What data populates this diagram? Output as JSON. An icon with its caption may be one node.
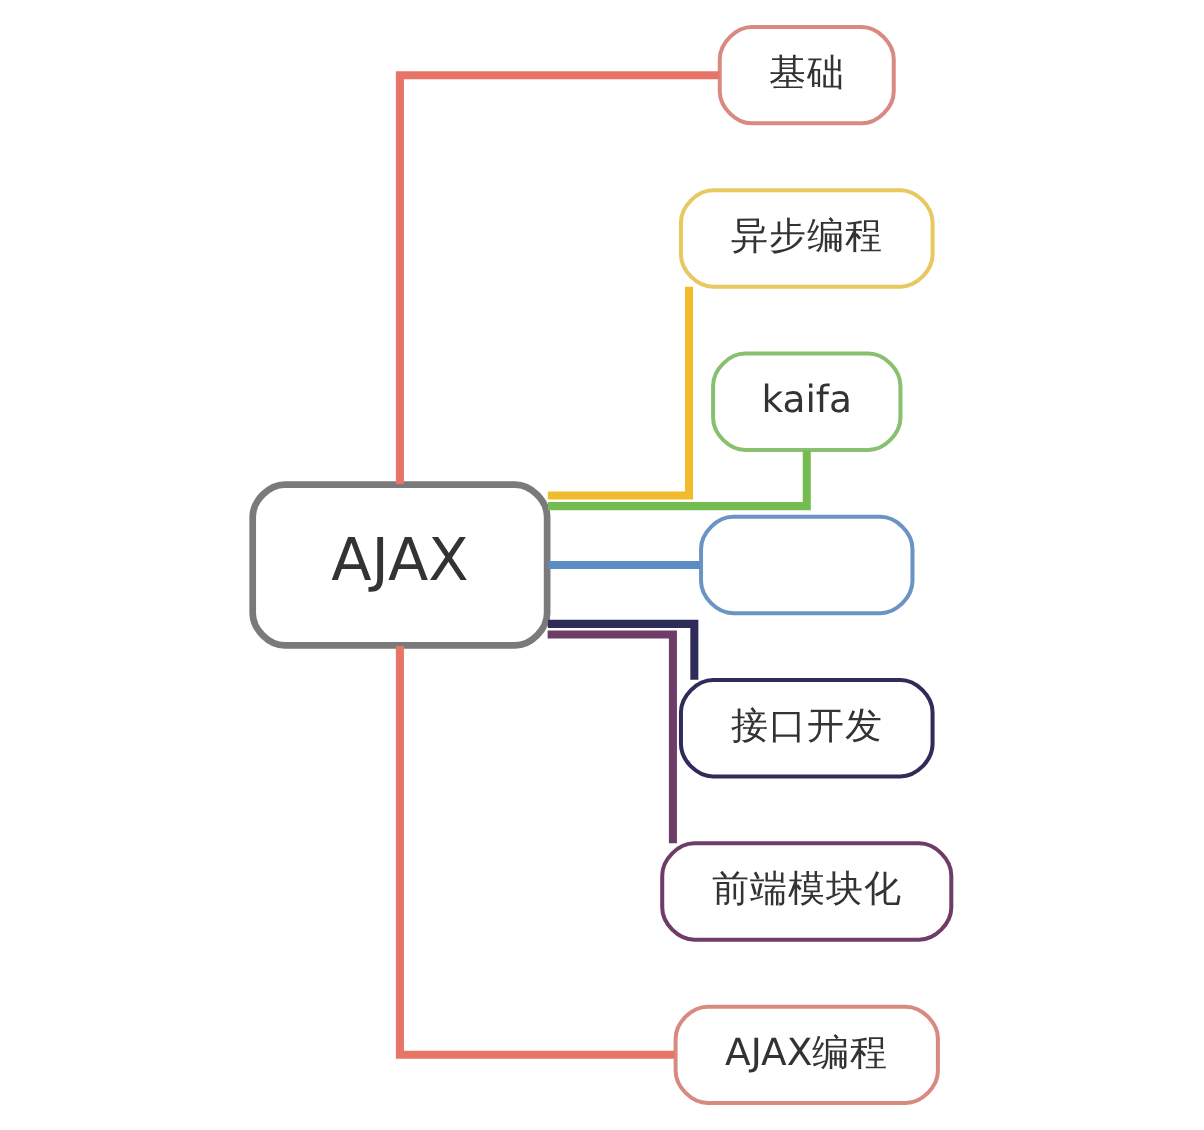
{
  "diagram": {
    "nodes": [
      {
        "text": [
          "AJAX"
        ]
      },
      {
        "text": [
          "基础"
        ]
      },
      {
        "text": [
          "异步编程"
        ]
      },
      {
        "text": [
          "kaifa"
        ]
      },
      {
        "text": [],
        "shape": "box"
      },
      {
        "text": [
          "接口开发"
        ]
      },
      {
        "text": [
          "前端模块化"
        ]
      },
      {
        "text": [
          "AJAX编程"
        ]
      }
    ],
    "edges": [
      {
        "from": 0,
        "to": 1,
        "arrow": "none",
        "color": "#e87468"
      },
      {
        "from": 0,
        "to": 2,
        "arrow": "none",
        "color": "#f0bc2c"
      },
      {
        "from": 0,
        "to": 3,
        "arrow": "none",
        "color": "#74bc50"
      },
      {
        "from": 0,
        "to": 4,
        "arrow": "none",
        "color": "#5b8cc4"
      },
      {
        "from": 0,
        "to": 5,
        "arrow": "none",
        "color": "#2e2c58"
      },
      {
        "from": 0,
        "to": 6,
        "arrow": "none",
        "color": "#6e3c68"
      },
      {
        "from": 0,
        "to": 7,
        "arrow": "none",
        "color": "#e87468"
      }
    ]
  }
}
